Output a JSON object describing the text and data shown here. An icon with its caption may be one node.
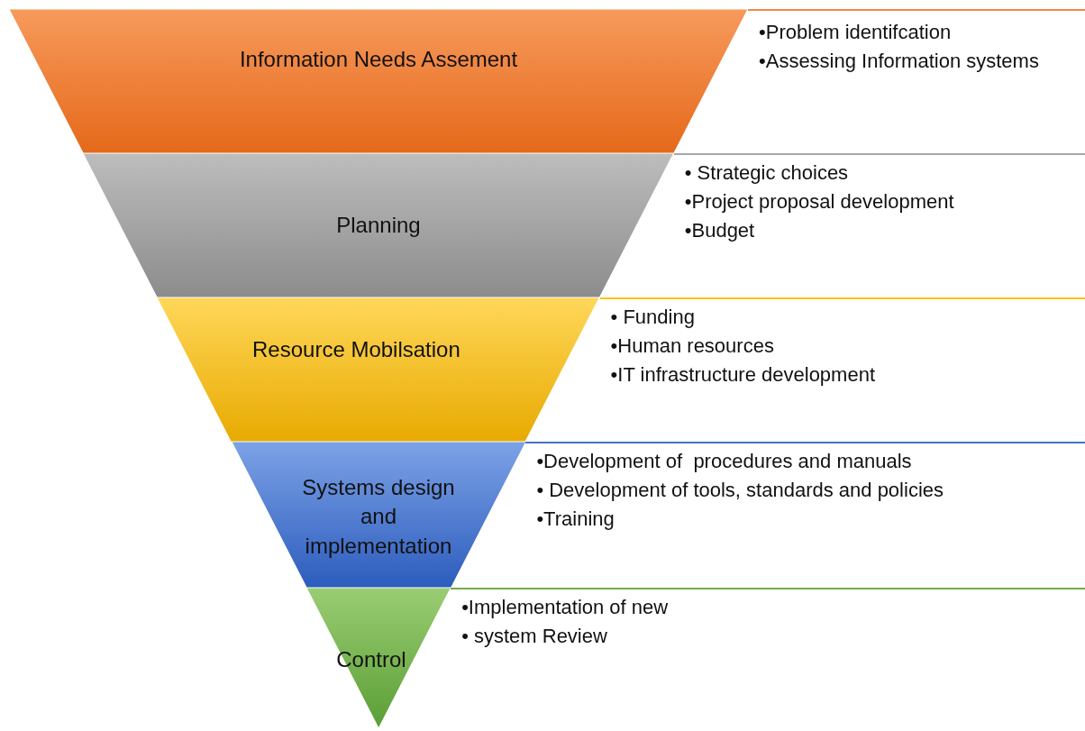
{
  "diagram": {
    "nodes": [
      {
        "text": [
          "Information Needs Assement"
        ]
      },
      {
        "text": [
          "•Problem identifcation",
          "•Assessing Information systems"
        ]
      },
      {
        "text": [
          "Planning"
        ]
      },
      {
        "text": [
          "• Strategic choices",
          "•Project proposal development",
          "•Budget"
        ]
      },
      {
        "text": [
          "Resource Mobilsation"
        ]
      },
      {
        "text": [
          "• Funding",
          "•Human resources",
          "•IT infrastructure development"
        ]
      },
      {
        "text": [
          "Systems design and implementation"
        ]
      },
      {
        "text": [
          "•Development of  procedures and manuals",
          "• Development of tools, standards and policies",
          "•Training"
        ]
      },
      {
        "text": [
          "Control"
        ]
      },
      {
        "text": [
          "•Implementation of new",
          "• system Review"
        ]
      }
    ]
  }
}
